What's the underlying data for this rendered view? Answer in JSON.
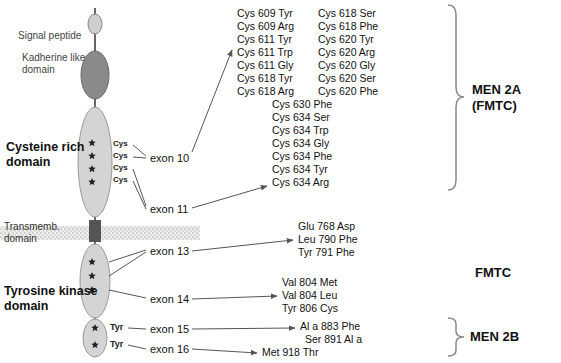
{
  "diagram": {
    "labels": [
      "Signal peptide",
      "Kadherine like domain",
      "Cysteine rich domain",
      "Transmemb. domain",
      "Tyrosine kinase domain",
      "Cys",
      "Cys",
      "Cys",
      "Cys",
      "Tyr",
      "Tyr",
      "exon 10",
      "exon 11",
      "exon 13",
      "exon 14",
      "exon 15",
      "exon 16",
      "Cys 609 Tyr",
      "Cys 609 Arg",
      "Cys 611 Tyr",
      "Cys 611 Trp",
      "Cys 611 Gly",
      "Cys 618 Tyr",
      "Cys 618 Arg",
      "Cys 618 Ser",
      "Cys 618 Phe",
      "Cys 620 Tyr",
      "Cys 620 Arg",
      "Cys 620 Gly",
      "Cys 620 Ser",
      "Cys 620 Phe",
      "Cys 630 Phe",
      "Cys 634 Ser",
      "Cys 634 Trp",
      "Cys 634 Gly",
      "Cys 634 Phe",
      "Cys 634 Tyr",
      "Cys 634 Arg",
      "Glu 768 Asp",
      "Leu 790 Phe",
      "Tyr 791 Phe",
      "Val 804 Met",
      "Val 804 Leu",
      "Tyr 806 Cys",
      "Al a 883 Phe",
      "Ser 891 Al a",
      "Met 918 Thr",
      "MEN 2A (FMTC)",
      "FMTC",
      "MEN 2B"
    ]
  }
}
